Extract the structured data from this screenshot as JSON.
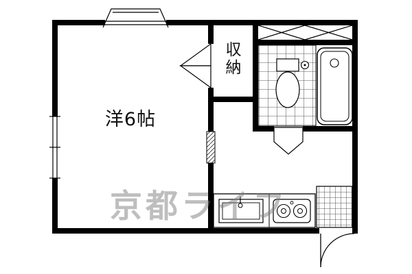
{
  "floorplan": {
    "room": {
      "label": "洋6帖"
    },
    "closet": {
      "label": "収納"
    },
    "watermark": {
      "text": "京都ライフ"
    },
    "colors": {
      "wall": "#000000",
      "background": "#ffffff",
      "watermark": "#7f7f7f"
    }
  }
}
